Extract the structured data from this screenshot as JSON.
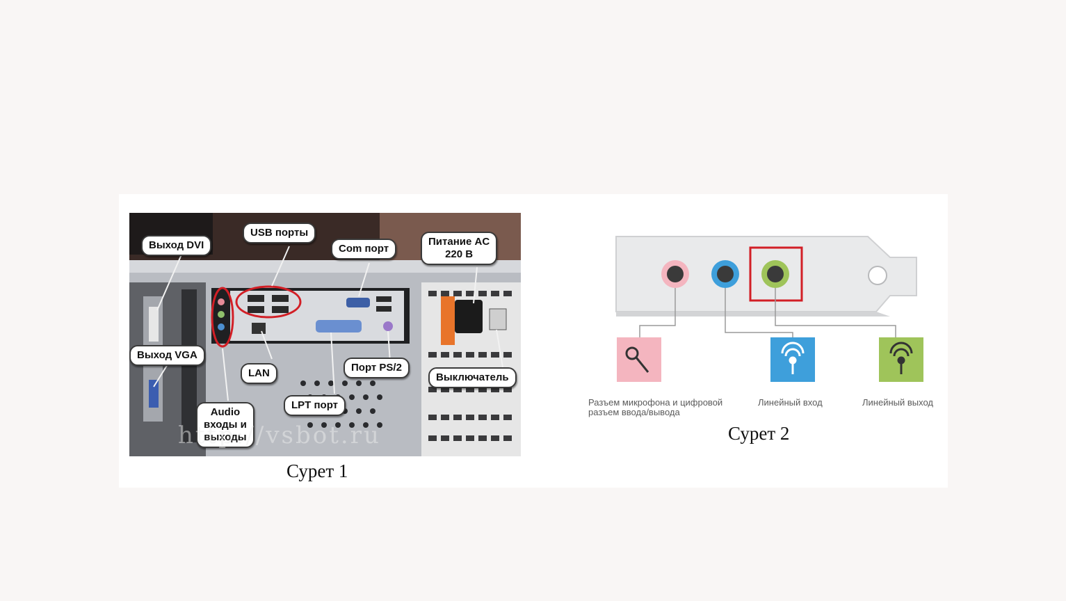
{
  "figure1": {
    "caption": "Сурет 1",
    "watermark": "http://vsbot.ru",
    "callouts": {
      "dvi": "Выход DVI",
      "usb": "USB порты",
      "com": "Com порт",
      "power": "Питание AC\n220 В",
      "vga": "Выход VGA",
      "lan": "LAN",
      "ps2": "Порт PS/2",
      "switch": "Выключатель",
      "audio": "Audio\nвходы и\nвыходы",
      "lpt": "LPT порт"
    }
  },
  "figure2": {
    "caption": "Сурет 2",
    "jacks": [
      {
        "label": "Разъем микрофона и цифровой\nразъем ввода/вывода",
        "color": "#f4b5bf",
        "icon": "microphone-icon"
      },
      {
        "label": "Линейный вход",
        "color": "#3e9fdb",
        "icon": "line-in-icon"
      },
      {
        "label": "Линейный выход",
        "color": "#9fc45a",
        "icon": "line-out-icon"
      }
    ],
    "highlight_color": "#d21f26"
  }
}
